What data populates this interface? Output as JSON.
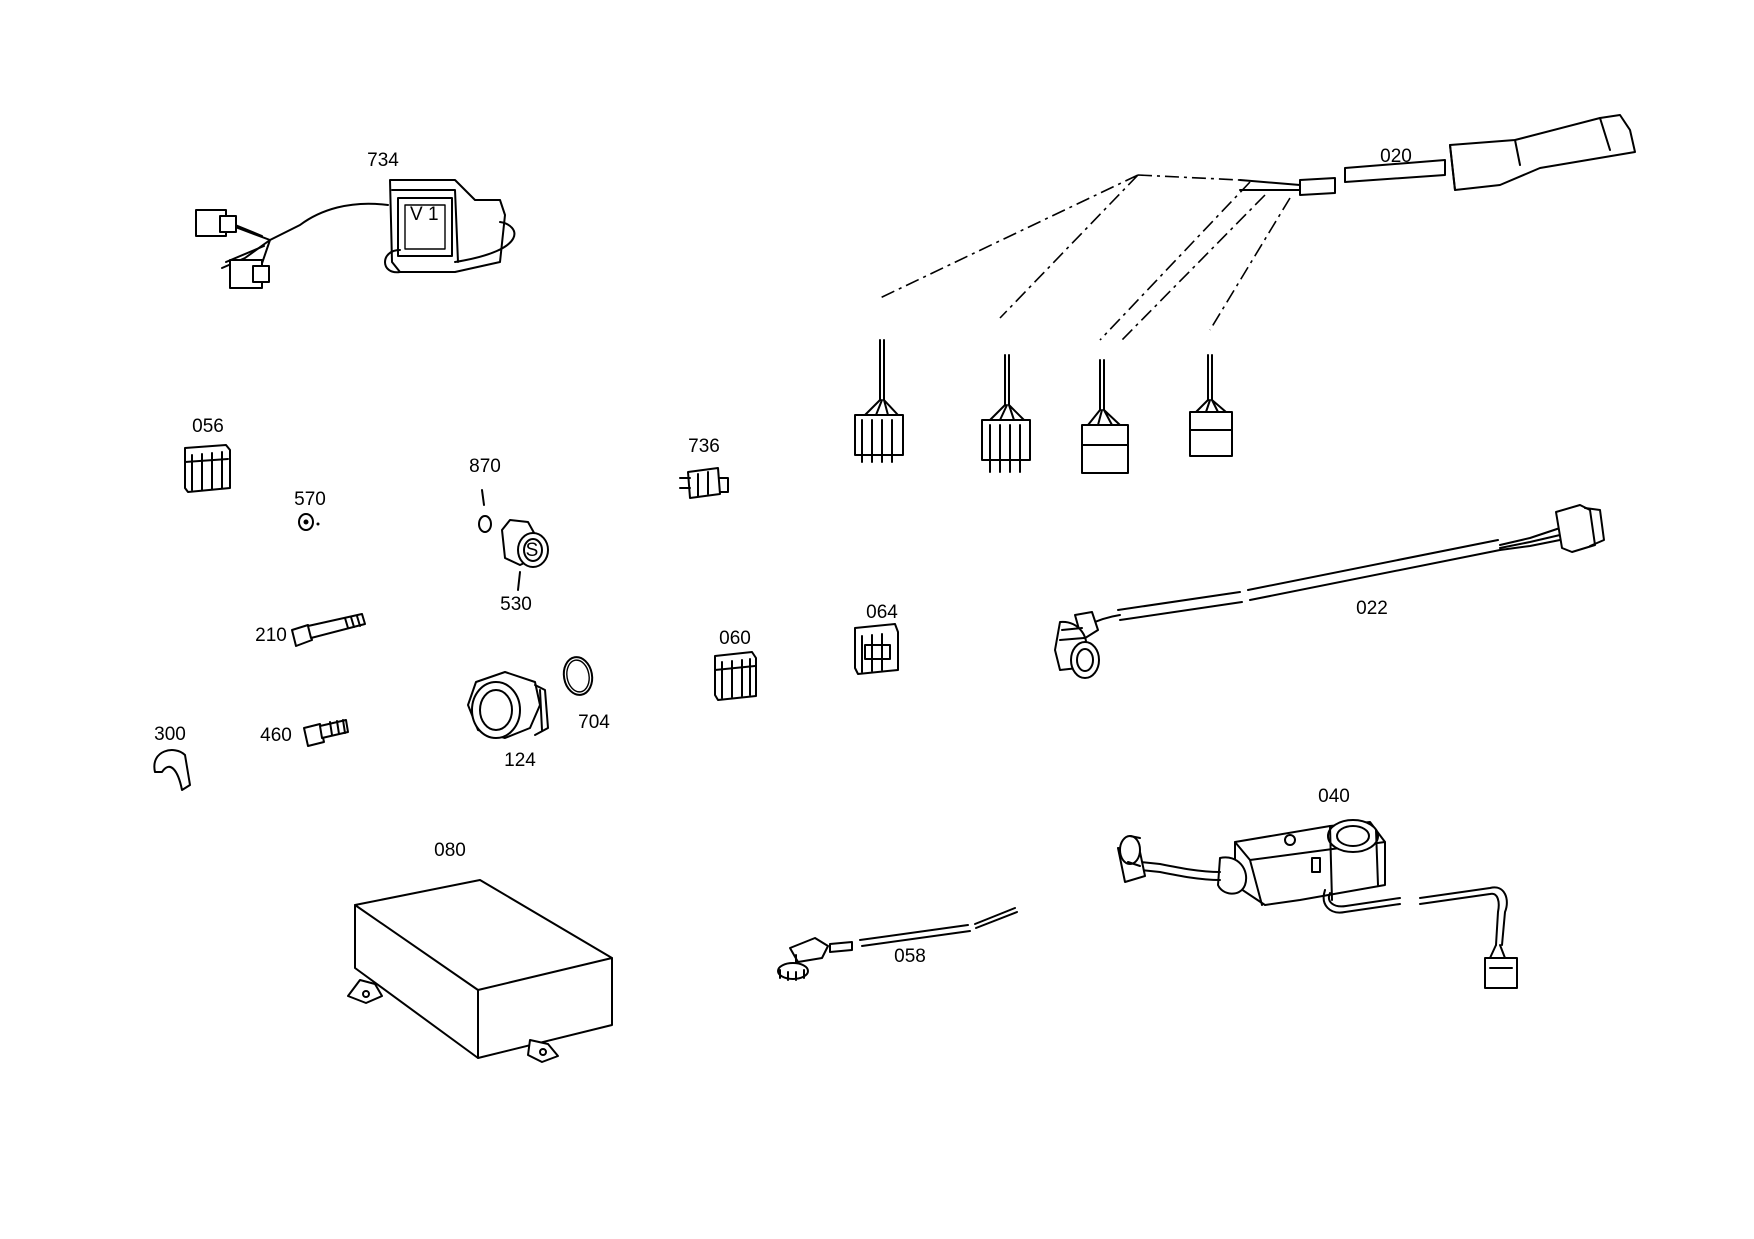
{
  "parts": [
    {
      "id": "734",
      "label": "734"
    },
    {
      "id": "020",
      "label": "020"
    },
    {
      "id": "056",
      "label": "056"
    },
    {
      "id": "570",
      "label": "570"
    },
    {
      "id": "870",
      "label": "870"
    },
    {
      "id": "530",
      "label": "530"
    },
    {
      "id": "736",
      "label": "736"
    },
    {
      "id": "210",
      "label": "210"
    },
    {
      "id": "300",
      "label": "300"
    },
    {
      "id": "460",
      "label": "460"
    },
    {
      "id": "124",
      "label": "124"
    },
    {
      "id": "704",
      "label": "704"
    },
    {
      "id": "060",
      "label": "060"
    },
    {
      "id": "064",
      "label": "064"
    },
    {
      "id": "022",
      "label": "022"
    },
    {
      "id": "040",
      "label": "040"
    },
    {
      "id": "080",
      "label": "080"
    },
    {
      "id": "058",
      "label": "058"
    }
  ]
}
